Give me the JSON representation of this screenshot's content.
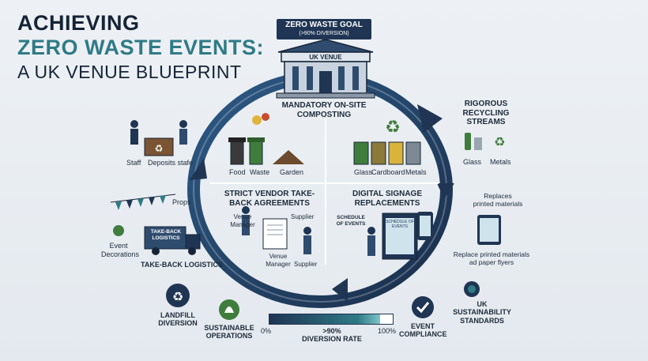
{
  "title": {
    "line1": "ACHIEVING",
    "line2": "ZERO WASTE EVENTS:",
    "line3": "A UK VENUE BLUEPRINT"
  },
  "goal_banner": {
    "title": "ZERO WASTE GOAL",
    "sub": "(>90% DIVERSION)"
  },
  "venue": {
    "label": "UK VENUE"
  },
  "sections": {
    "composting": {
      "title": "MANDATORY ON-SITE\nCOMPOSTING",
      "labels": [
        "Food",
        "Waste",
        "Garden"
      ]
    },
    "recycling": {
      "title": "RIGOROUS\nRECYCLING STREAMS",
      "bins": [
        "Glass",
        "Cardboard",
        "Metals"
      ],
      "side_labels": [
        "Glass",
        "Metals"
      ]
    },
    "vendor": {
      "title": "STRICT VENDOR TAKE-\nBACK AGREEMENTS",
      "labels": [
        "Venue\nManager",
        "Supplier",
        "Venue\nManager",
        "Supplier"
      ]
    },
    "signage": {
      "title": "DIGITAL SIGNAGE\nREPLACEMENTS",
      "schedule": "SCHEDULE\nOF EVENTS",
      "screen": "SCHEDULE OF EVENTS",
      "replaces": "Replaces\nprinted materials",
      "replace_note": "Replace printed materials\nad paper flyers"
    },
    "staff": {
      "label1": "Staff",
      "label2": "Deposits stafe"
    },
    "logistics": {
      "props": "Props",
      "decor": "Event\nDecorations",
      "truck": "TAKE-BACK\nLOGISTICS",
      "caption": "TAKE-BACK LOGISTICS"
    }
  },
  "footer": {
    "landfill": "LANDFILL\nDIVERSION",
    "sustainable": "SUSTAINABLE\nOPERATIONS",
    "compliance": "EVENT\nCOMPLIANCE",
    "standards": "UK\nSUSTAINABILITY\nSTANDARDS",
    "progress_start": "0%",
    "progress_end": "100%",
    "progress_label": ">90%\nDIVERSION RATE",
    "progress_value": 0.9
  },
  "colors": {
    "navy": "#1f3553",
    "teal": "#2f7a86",
    "green": "#3f7d3c"
  }
}
